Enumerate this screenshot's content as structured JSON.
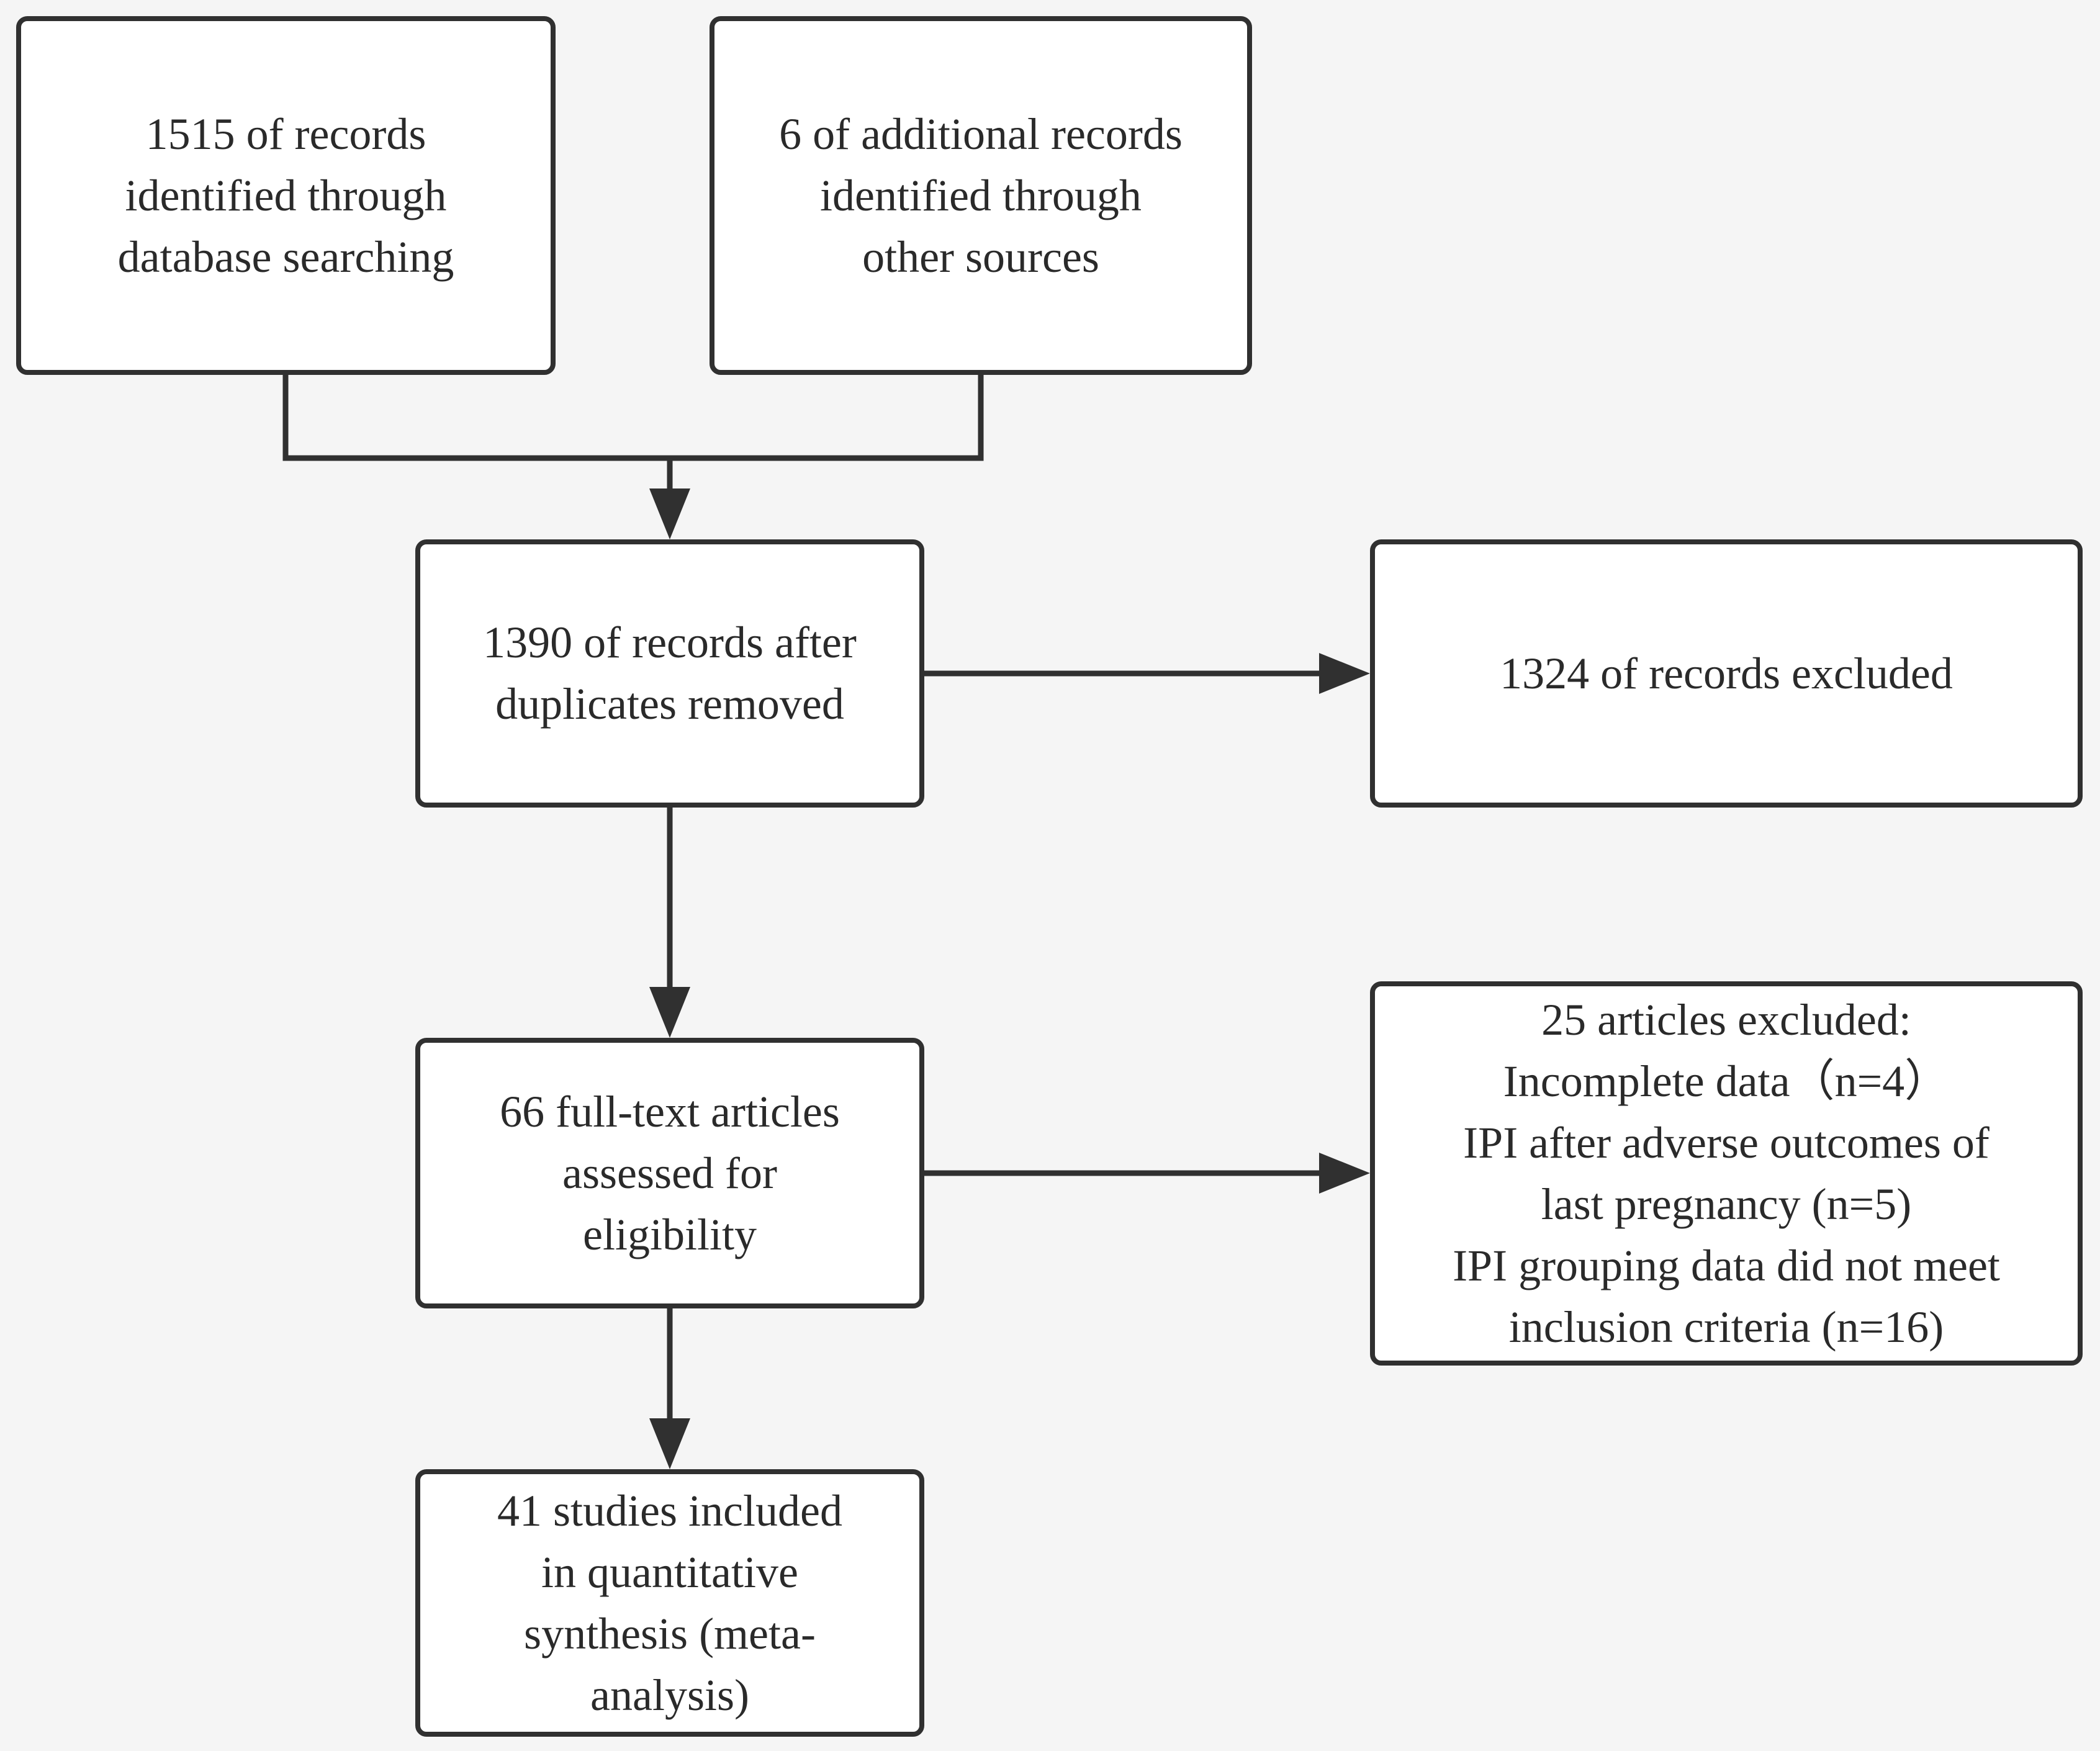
{
  "colors": {
    "background": "#f5f5f5",
    "box_fill": "#ffffff",
    "stroke": "#303030",
    "text": "#2a2a2a"
  },
  "nodes": {
    "identified_database": {
      "lines": [
        "1515 of records",
        "identified through",
        "database searching"
      ]
    },
    "identified_other": {
      "lines": [
        "6 of additional records",
        "identified through",
        "other sources"
      ]
    },
    "after_duplicates": {
      "lines": [
        "1390 of records after",
        "duplicates removed"
      ]
    },
    "records_excluded": {
      "lines": [
        "1324 of records excluded"
      ]
    },
    "full_text_assessed": {
      "lines": [
        "66 full-text articles",
        "assessed for",
        "eligibility"
      ]
    },
    "articles_excluded": {
      "lines": [
        "25 articles excluded:",
        "Incomplete data（n=4）",
        "IPI after adverse outcomes of",
        "last pregnancy (n=5)",
        "IPI grouping data did not meet",
        "inclusion criteria (n=16)"
      ]
    },
    "studies_included": {
      "lines": [
        "41 studies included",
        "in quantitative",
        "synthesis (meta-",
        "analysis)"
      ]
    }
  }
}
